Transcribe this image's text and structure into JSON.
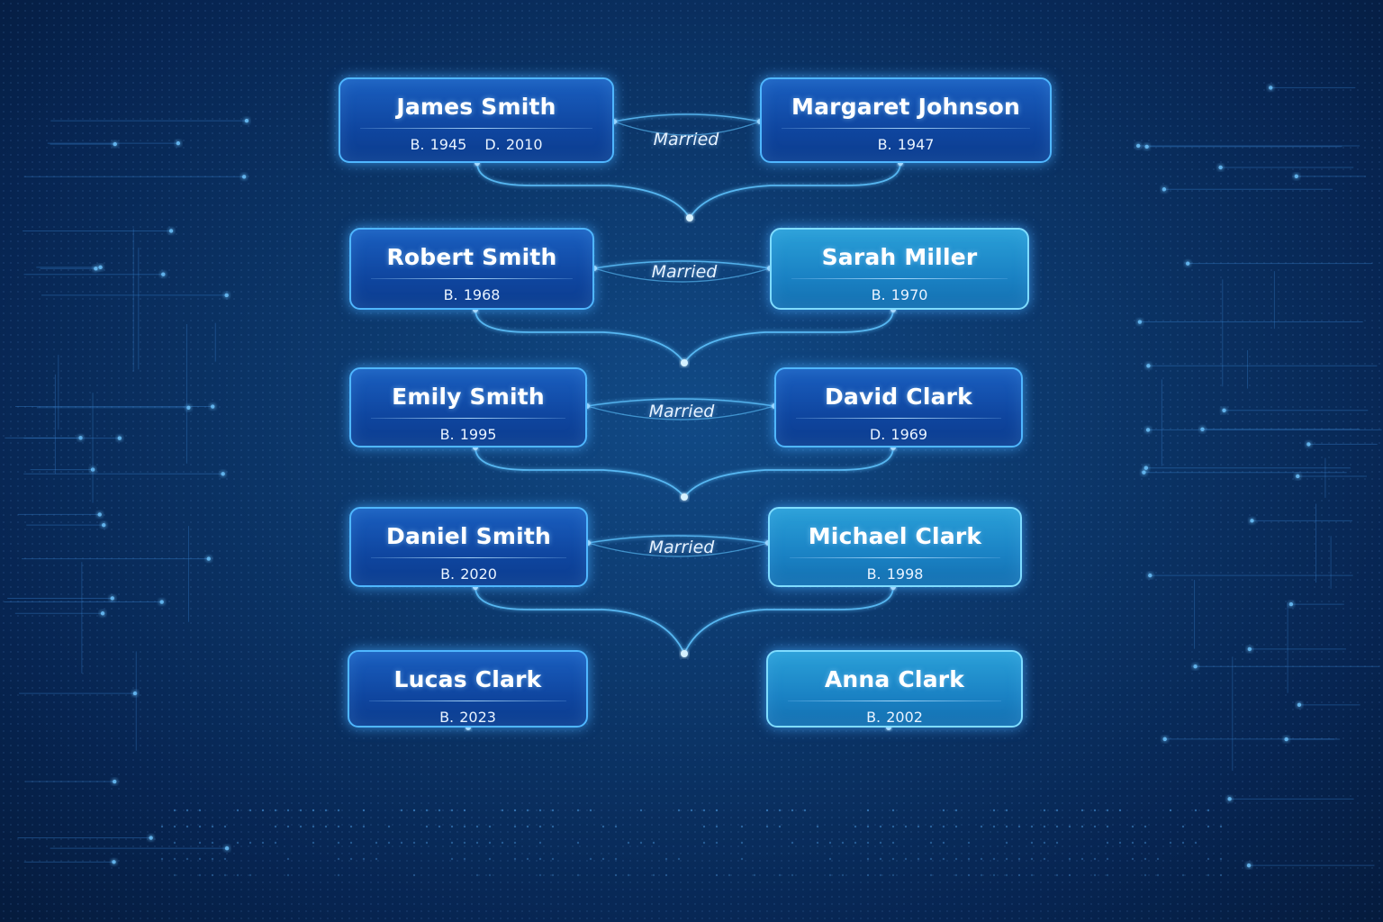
{
  "couples": [
    {
      "left": {
        "name": "James Smith",
        "dates": [
          "B. 1945",
          "D. 2010"
        ]
      },
      "right": {
        "name": "Margaret Johnson",
        "dates": [
          "B. 1947"
        ]
      },
      "relation": "Married"
    },
    {
      "left": {
        "name": "Robert Smith",
        "dates": [
          "B. 1968"
        ]
      },
      "right": {
        "name": "Sarah Miller",
        "dates": [
          "B. 1970"
        ]
      },
      "relation": "Married"
    },
    {
      "left": {
        "name": "Emily Smith",
        "dates": [
          "B. 1995"
        ]
      },
      "right": {
        "name": "David Clark",
        "dates": [
          "D. 1969"
        ]
      },
      "relation": "Married"
    },
    {
      "left": {
        "name": "Daniel Smith",
        "dates": [
          "B. 2020"
        ]
      },
      "right": {
        "name": "Michael Clark",
        "dates": [
          "B. 1998"
        ]
      },
      "relation": "Married"
    }
  ],
  "children": {
    "left": {
      "name": "Lucas Clark",
      "dates": [
        "B. 2023"
      ]
    },
    "right": {
      "name": "Anna Clark",
      "dates": [
        "B. 2002"
      ]
    }
  },
  "colors": {
    "background": "#0b3466",
    "node_dark": "#1152b0",
    "node_light": "#1e8fcc",
    "link": "#5fc4ff"
  }
}
